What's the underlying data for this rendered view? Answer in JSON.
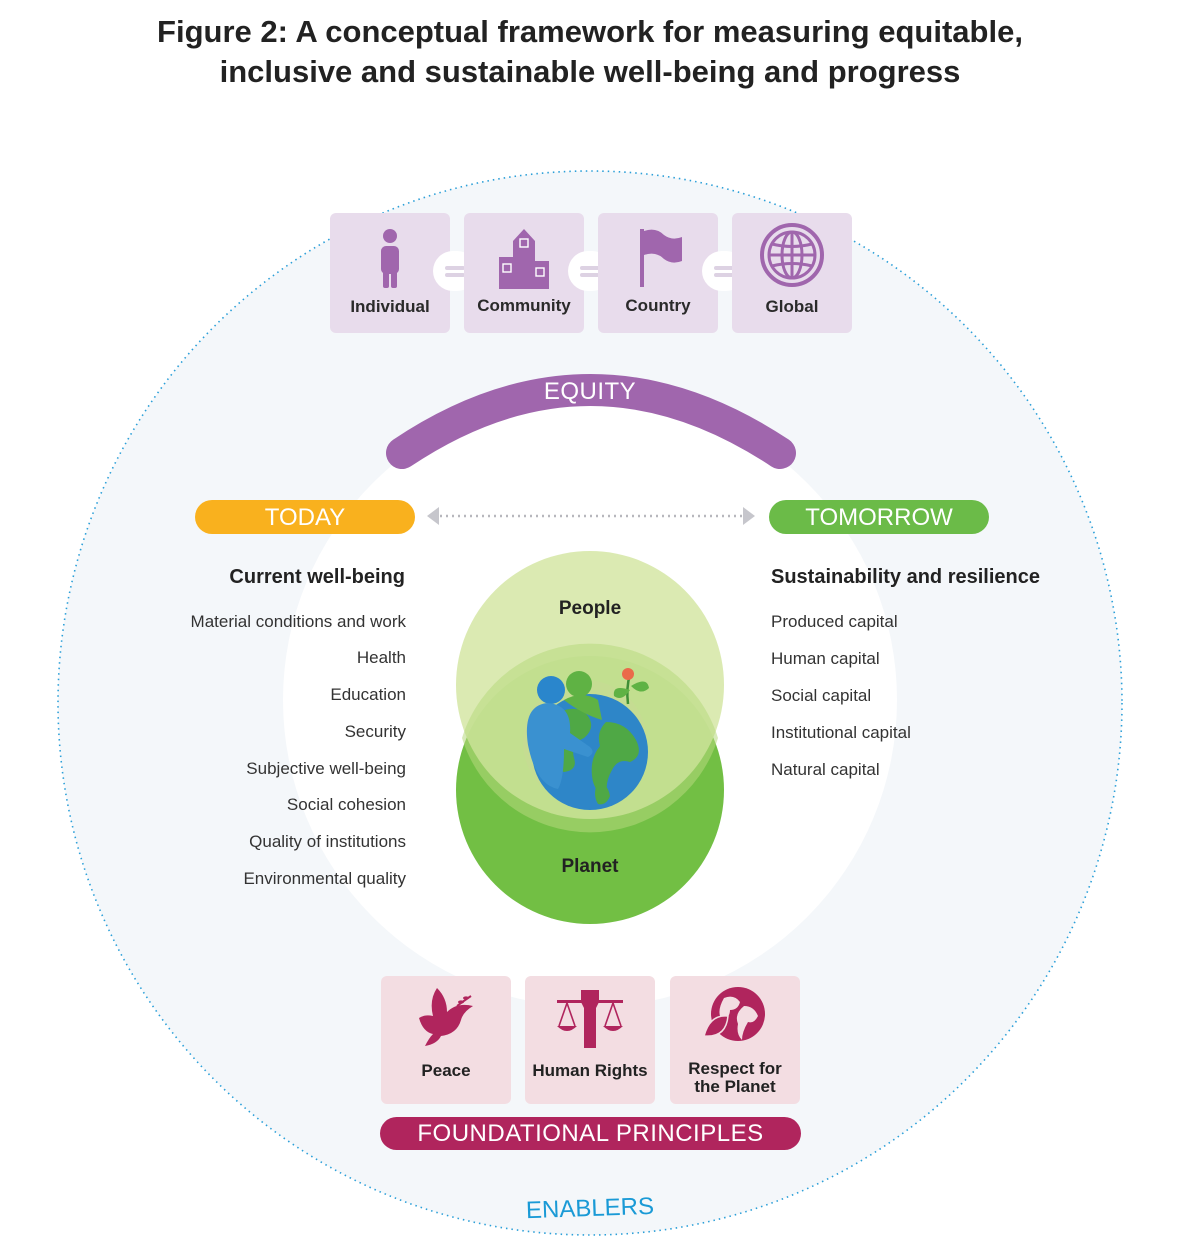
{
  "title": {
    "line1": "Figure 2: A conceptual framework for measuring equitable,",
    "line2": "inclusive and sustainable well-being and progress"
  },
  "scales": [
    {
      "label": "Individual",
      "icon": "person-icon"
    },
    {
      "label": "Community",
      "icon": "buildings-icon"
    },
    {
      "label": "Country",
      "icon": "flag-icon"
    },
    {
      "label": "Global",
      "icon": "globe-icon"
    }
  ],
  "equity": "EQUITY",
  "today": "TODAY",
  "tomorrow": "TOMORROW",
  "current": {
    "heading": "Current well-being",
    "items": [
      "Material conditions and work",
      "Health",
      "Education",
      "Security",
      "Subjective well-being",
      "Social cohesion",
      "Quality of institutions",
      "Environmental quality"
    ]
  },
  "future": {
    "heading": "Sustainability and resilience",
    "items": [
      "Produced capital",
      "Human capital",
      "Social capital",
      "Institutional capital",
      "Natural capital"
    ]
  },
  "venn": {
    "top": "People",
    "bottom": "Planet"
  },
  "principles": [
    {
      "label": "Peace",
      "icon": "dove-icon"
    },
    {
      "label": "Human Rights",
      "icon": "fist-scales-icon"
    },
    {
      "label_line1": "Respect for",
      "label_line2": "the Planet",
      "icon": "earth-leaf-icon"
    }
  ],
  "foundational": "FOUNDATIONAL PRINCIPLES",
  "enablers": "ENABLERS",
  "colors": {
    "purple": "#a066ad",
    "scale_box": "#e8dcec",
    "today": "#f9b11e",
    "tomorrow": "#6bbb48",
    "people": "#d8e8ac",
    "planet": "#72bf44",
    "principle_box": "#f3dde2",
    "principle_icon": "#b0255d",
    "enablers": "#1a9ad6"
  }
}
